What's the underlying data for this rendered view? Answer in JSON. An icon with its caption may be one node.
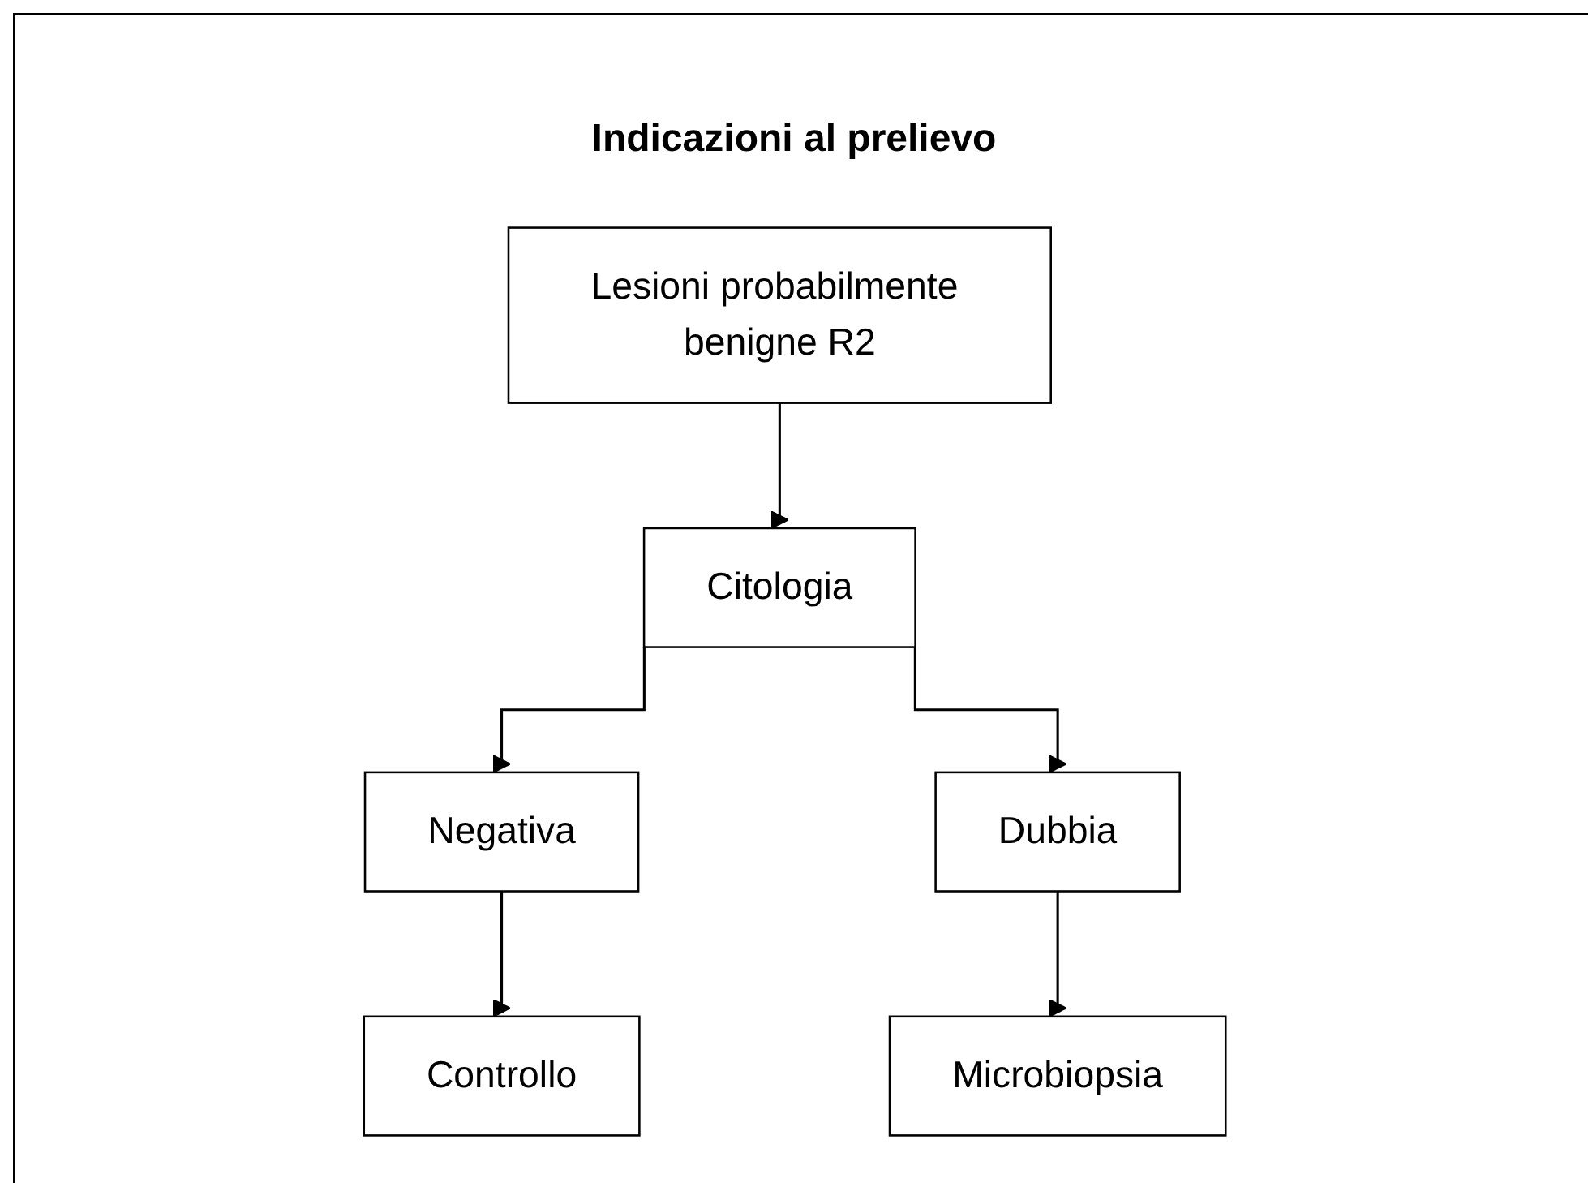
{
  "diagram": {
    "title": "Indicazioni al prelievo",
    "nodes": [
      {
        "text": [
          "Lesioni probabilmente benigne R2"
        ]
      },
      {
        "text": [
          "Citologia"
        ]
      },
      {
        "text": [
          "Negativa"
        ]
      },
      {
        "text": [
          "Dubbia"
        ]
      },
      {
        "text": [
          "Controllo"
        ]
      },
      {
        "text": [
          "Microbiopsia"
        ]
      }
    ],
    "edges": [
      {
        "from": 0,
        "to": 1,
        "arrow": "to"
      },
      {
        "from": 1,
        "to": 2,
        "arrow": "to"
      },
      {
        "from": 1,
        "to": 3,
        "arrow": "to"
      },
      {
        "from": 2,
        "to": 4,
        "arrow": "to"
      },
      {
        "from": 3,
        "to": 5,
        "arrow": "to"
      }
    ]
  }
}
